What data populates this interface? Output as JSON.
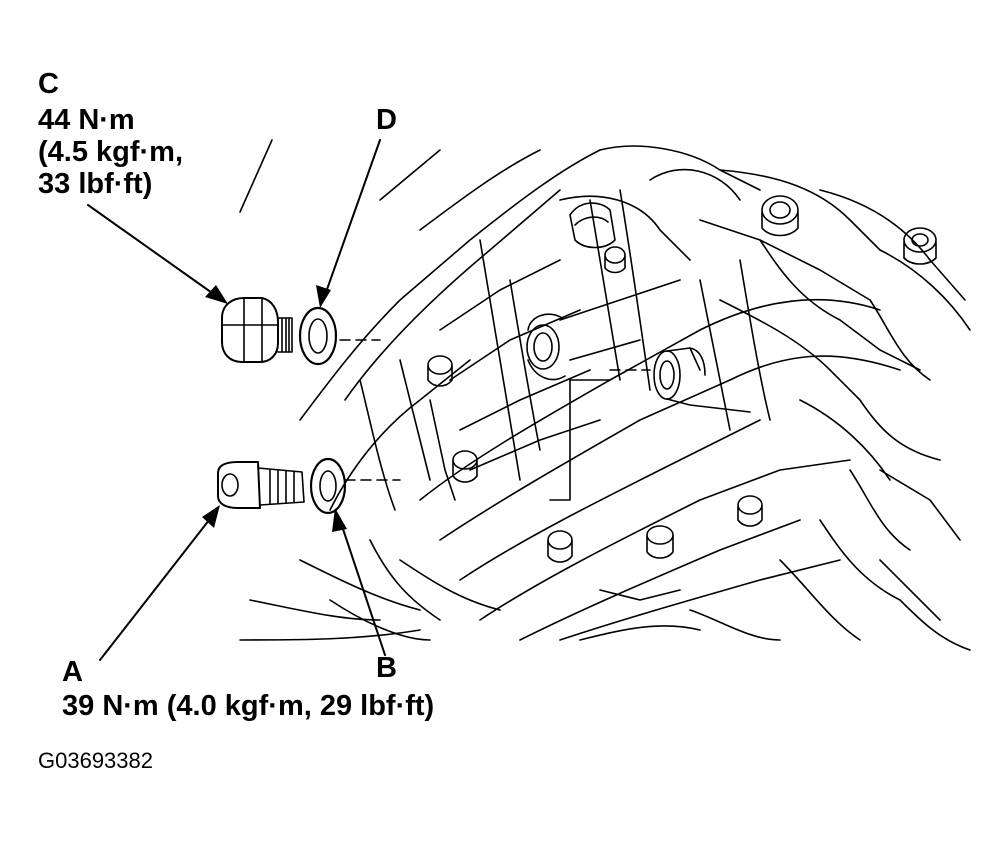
{
  "callouts": {
    "c": {
      "letter": "C",
      "line1": "44 N·m",
      "line2": "(4.5 kgf·m,",
      "line3": "33 lbf·ft)"
    },
    "d": {
      "letter": "D"
    },
    "a": {
      "letter": "A",
      "torque": "39 N·m (4.0 kgf·m, 29 lbf·ft)"
    },
    "b": {
      "letter": "B"
    }
  },
  "figure_code": "G03693382",
  "colors": {
    "ink": "#000000",
    "background": "#ffffff"
  }
}
